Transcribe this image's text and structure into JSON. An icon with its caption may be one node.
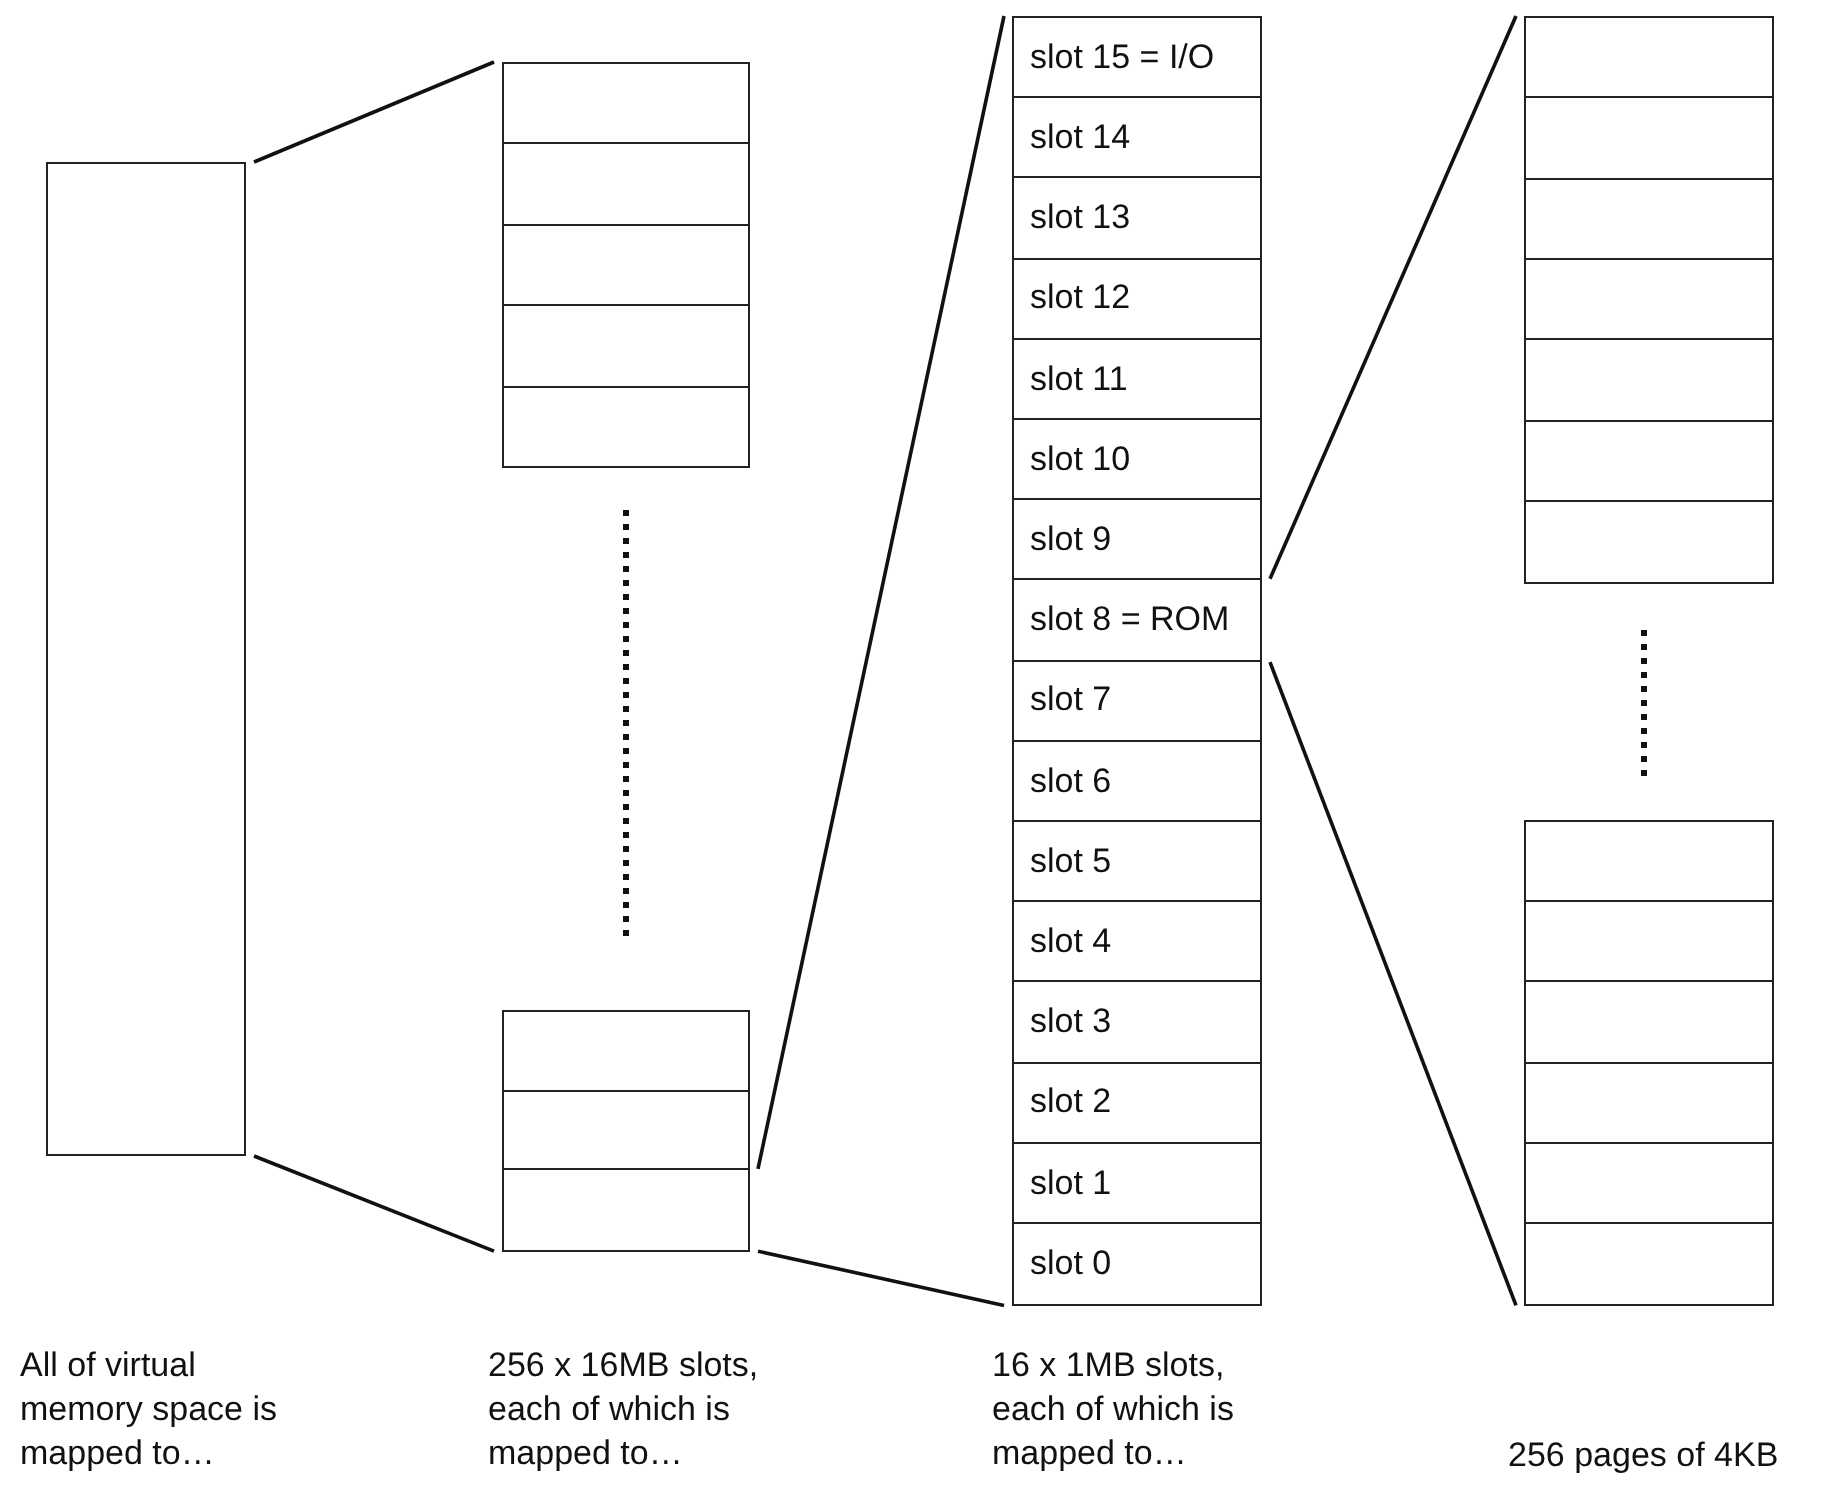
{
  "diagram": {
    "nodes": [
      {
        "text": [],
        "shape": "box"
      },
      {
        "text": [],
        "shape": "box"
      },
      {
        "text": [],
        "shape": "box"
      },
      {
        "text": [],
        "shape": "box"
      },
      {
        "text": [],
        "shape": "box"
      },
      {
        "text": [],
        "shape": "box"
      },
      {
        "text": [],
        "shape": "box"
      },
      {
        "text": [],
        "shape": "box"
      },
      {
        "text": [],
        "shape": "box"
      },
      {
        "text": [
          "slot 15 = I/O"
        ]
      },
      {
        "text": [
          "slot 14"
        ]
      },
      {
        "text": [
          "slot 13"
        ]
      },
      {
        "text": [
          "slot 12"
        ]
      },
      {
        "text": [
          "slot 11"
        ]
      },
      {
        "text": [
          "slot 10"
        ]
      },
      {
        "text": [
          "slot 9"
        ]
      },
      {
        "text": [
          "slot 8 = ROM"
        ]
      },
      {
        "text": [
          "slot 7"
        ]
      },
      {
        "text": [
          "slot 6"
        ]
      },
      {
        "text": [
          "slot 5"
        ]
      },
      {
        "text": [
          "slot 4"
        ]
      },
      {
        "text": [
          "slot 3"
        ]
      },
      {
        "text": [
          "slot 2"
        ]
      },
      {
        "text": [
          "slot 1"
        ]
      },
      {
        "text": [
          "slot 0"
        ]
      },
      {
        "text": [],
        "shape": "box"
      },
      {
        "text": [],
        "shape": "box"
      },
      {
        "text": [],
        "shape": "box"
      },
      {
        "text": [],
        "shape": "box"
      },
      {
        "text": [],
        "shape": "box"
      },
      {
        "text": [],
        "shape": "box"
      },
      {
        "text": [],
        "shape": "box"
      },
      {
        "text": [],
        "shape": "box"
      },
      {
        "text": [],
        "shape": "box"
      },
      {
        "text": [],
        "shape": "box"
      },
      {
        "text": [],
        "shape": "box"
      },
      {
        "text": [],
        "shape": "box"
      },
      {
        "text": [],
        "shape": "box"
      }
    ],
    "edges": [
      {
        "from": 0,
        "to": 1,
        "arrow": "none"
      },
      {
        "from": 0,
        "to": 8,
        "arrow": "none"
      },
      {
        "from": 8,
        "to": 9,
        "arrow": "none"
      },
      {
        "from": 8,
        "to": 24,
        "arrow": "none"
      },
      {
        "from": 16,
        "to": 25,
        "arrow": "none"
      },
      {
        "from": 16,
        "to": 37,
        "arrow": "none"
      }
    ],
    "labels": [
      "All of virtual memory space is mapped to…",
      "256 x 16MB slots, each of which is mapped to…",
      "16 x 1MB slots, each of which is mapped to…",
      "256 pages of 4KB"
    ]
  }
}
